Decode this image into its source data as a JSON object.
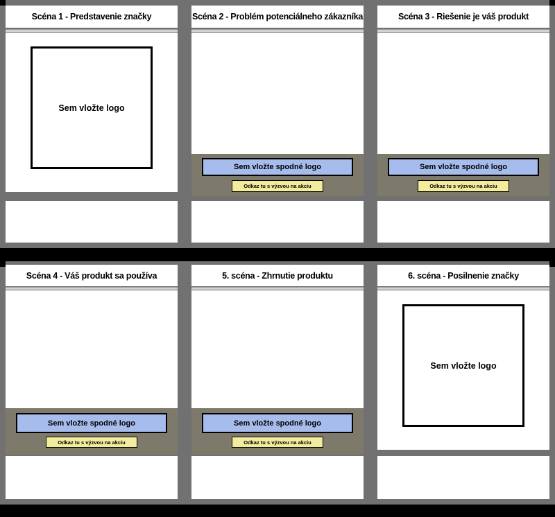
{
  "board": {
    "colors": {
      "canvas": "#000000",
      "page_gray": "#717171",
      "strip_gray": "#7d7a6c",
      "bottom_logo_blue": "#a6bcec",
      "cta_yellow": "#f2ec9c",
      "separator_light": "#d2d2d2"
    },
    "scenes": [
      {
        "title": "Scéna 1 - Predstavenie značky",
        "logo_placeholder": "Sem vložte logo"
      },
      {
        "title": "Scéna 2 - Problém potenciálneho zákazníka",
        "bottom_logo": "Sem vložte spodné logo",
        "cta": "Odkaz tu s výzvou na akciu"
      },
      {
        "title": "Scéna 3 - Riešenie je váš produkt",
        "bottom_logo": "Sem vložte spodné logo",
        "cta": "Odkaz tu s výzvou na akciu"
      },
      {
        "title": "Scéna 4 - Váš produkt sa používa",
        "bottom_logo": "Sem vložte spodné logo",
        "cta": "Odkaz tu s výzvou na akciu"
      },
      {
        "title": "5. scéna - Zhrnutie produktu",
        "bottom_logo": "Sem vložte spodné logo",
        "cta": "Odkaz tu s výzvou na akciu"
      },
      {
        "title": "6. scéna - Posilnenie značky",
        "logo_placeholder": "Sem vložte logo"
      }
    ]
  }
}
